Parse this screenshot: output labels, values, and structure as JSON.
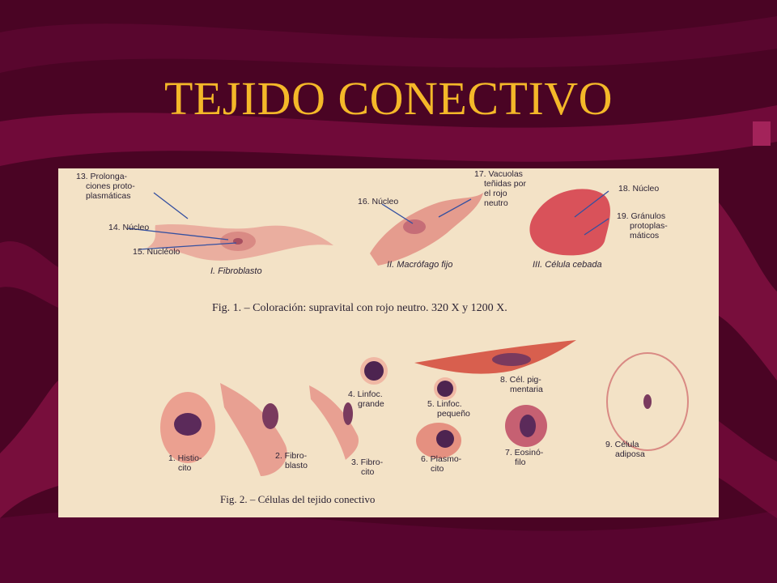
{
  "slide": {
    "title": "TEJIDO CONECTIVO",
    "colors": {
      "background": "#4a0424",
      "title": "#f4b829",
      "paper": "#f3e2c6",
      "ink": "#2d2436",
      "cell": "#e79a8d",
      "nucleus": "#5b2a5a"
    }
  },
  "figure1": {
    "labels": {
      "l13a": "13. Prolonga-",
      "l13b": "ciones proto-",
      "l13c": "plasmáticas",
      "l14": "14. Núcleo",
      "l15": "15. Nucléolo",
      "l16": "16. Núcleo",
      "l17a": "17. Vacuolas",
      "l17b": "teñidas por",
      "l17c": "el rojo",
      "l17d": "neutro",
      "l18": "18. Núcleo",
      "l19a": "19. Gránulos",
      "l19b": "protoplas-",
      "l19c": "máticos"
    },
    "cell_names": {
      "c1": "I. Fibroblasto",
      "c2": "II. Macrófago fijo",
      "c3": "III. Célula cebada"
    },
    "caption": "Fig. 1. – Coloración: supravital con rojo neutro. 320 X y 1200 X."
  },
  "figure2": {
    "labels": {
      "c1a": "1. Histio-",
      "c1b": "cito",
      "c2a": "2. Fibro-",
      "c2b": "blasto",
      "c3a": "3. Fibro-",
      "c3b": "cito",
      "c4a": "4. Linfoc.",
      "c4b": "grande",
      "c5a": "5. Linfoc.",
      "c5b": "pequeño",
      "c6a": "6. Plasmo-",
      "c6b": "cito",
      "c7a": "7. Eosinó-",
      "c7b": "filo",
      "c8a": "8. Cél. pig-",
      "c8b": "mentaria",
      "c9a": "9. Célula",
      "c9b": "adiposa"
    },
    "caption": "Fig. 2. – Células del tejido conectivo"
  }
}
